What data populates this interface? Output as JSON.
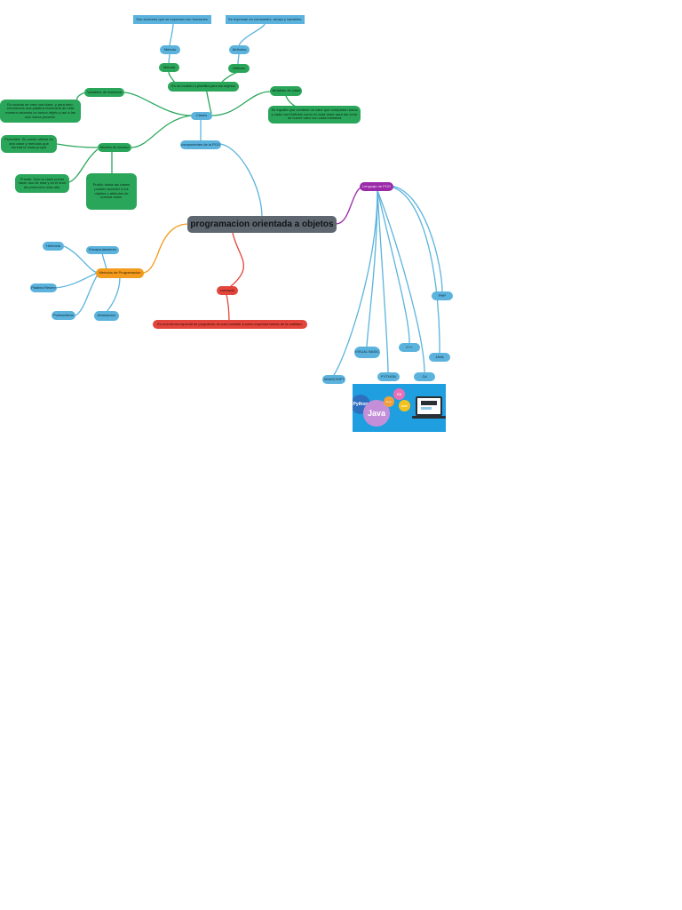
{
  "root": "programacion orientada a objetos",
  "poo": {
    "components_label": "componentes de la POO",
    "clases": "Clases",
    "molde": "Es un modelo o plantilla para los objetos",
    "metodo": "Metodo",
    "metodo_label": "Metodo",
    "metodo_desc": "Son acciones que se expresan con funciones.",
    "atributo": "Atributo",
    "atributo_label": "Atributos",
    "atributo_desc": "Se expresan en constantes, arrays y variables.",
    "variables_instancia": "Variables de instancia",
    "variables_instancia_desc": "Es cuando se crea una clase, y para esto, entonemos una palabra reservada de esta manera creamos un nuevo objeto y así a las una nueva proseñe.",
    "variables_clase": "Variables de clase",
    "variables_clase_desc": "Se equalle que contiene un valor que comparten todos y cada uno Definido como en toda clase para las crear un nuevo valor con cada instancia",
    "niveles_acceso": "Niveles de Acceso",
    "protected": "Protected: Se puede utilizar en otra clase y metodos que hereda la clase propia",
    "private": "Private: Solo la clase puede hacer uso de esta y es el nivel de protección más alto.",
    "public": "Public: todas las clases pueden acceder a los objetos o atributos de nuestra clase."
  },
  "metodos_programacion": {
    "label": "Metodos de Programacion",
    "encapsulamiento": "Encapsulamiento",
    "herencia": "Herencia",
    "palabra_reservada": "Palabra Reserv",
    "polimorfismo": "Polimorfismo",
    "abstraccion": "Abstraccion"
  },
  "lenguaje": {
    "label": "Lenguaje de POO",
    "php": "PHP",
    "java": "JAVA",
    "c_sharp": "C#",
    "c_plus": "C++",
    "visual_basic": "VISUAL BASIC",
    "python": "PYTHON",
    "javascript": "JAVASCRIPT"
  },
  "definicion": {
    "label": "concepto",
    "texto": "Es una forma especial de programar, la cual consiste a como expresar tareas de la realidad."
  },
  "logos": {
    "python": "Python",
    "java": "Java",
    "c_plus": "C++",
    "c_sharp": "C#",
    "php": "PHP"
  },
  "colors": {
    "blue": "#5bb3dd",
    "green": "#2aa65a",
    "orange": "#f39b1c",
    "red": "#e2453b",
    "purple": "#9b2aa8",
    "root": "#5e6770"
  }
}
